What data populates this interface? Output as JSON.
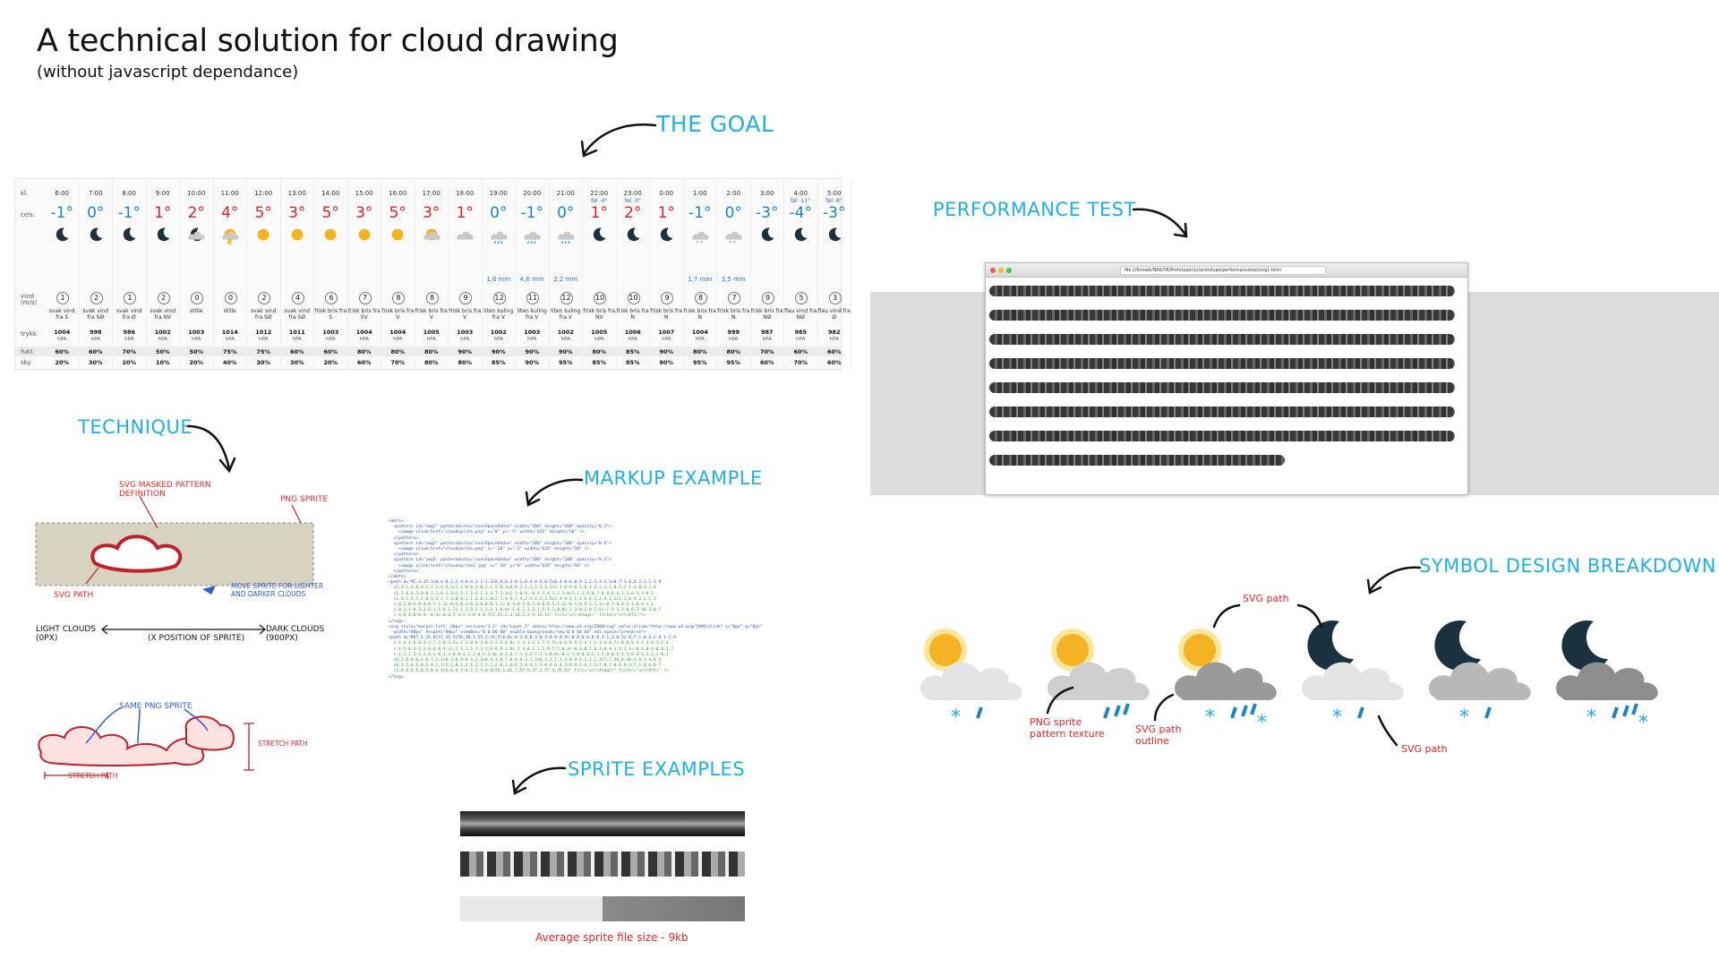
{
  "header": {
    "title": "A technical solution for cloud drawing",
    "subtitle": "(without javascript dependance)"
  },
  "sections": {
    "goal": "THE GOAL",
    "performance": "PERFORMANCE TEST",
    "technique": "TECHNIQUE",
    "markup": "MARKUP EXAMPLE",
    "symbol": "SYMBOL DESIGN BREAKDOWN",
    "sprites": "SPRITE EXAMPLES"
  },
  "forecast": {
    "row_labels": {
      "time": "kl.",
      "temp": "cels.",
      "wind": "vind (m/s)",
      "pressure": "trykk",
      "humidity": "fukt.",
      "sky": "sky"
    },
    "pressure_unit": "hPA",
    "columns": [
      {
        "time": "6:00",
        "note": "",
        "temp": "-1°",
        "icon": "moon",
        "precip": "",
        "wind": "1",
        "wdesc": "svak vind fra S",
        "press": "1004",
        "humid": "60%",
        "sky": "20%"
      },
      {
        "time": "7:00",
        "note": "",
        "temp": "0°",
        "icon": "moon",
        "precip": "",
        "wind": "2",
        "wdesc": "svak vind fra SØ",
        "press": "998",
        "humid": "60%",
        "sky": "30%"
      },
      {
        "time": "8:00",
        "note": "",
        "temp": "-1°",
        "icon": "moon",
        "precip": "",
        "wind": "1",
        "wdesc": "svak vind fra Ø",
        "press": "986",
        "humid": "70%",
        "sky": "20%"
      },
      {
        "time": "9:00",
        "note": "",
        "temp": "1°",
        "icon": "moon",
        "precip": "",
        "wind": "2",
        "wdesc": "svak vind fra NV",
        "press": "1002",
        "humid": "50%",
        "sky": "10%"
      },
      {
        "time": "10:00",
        "note": "",
        "temp": "2°",
        "icon": "moon-cloud",
        "precip": "",
        "wind": "0",
        "wdesc": "stille",
        "press": "1003",
        "humid": "50%",
        "sky": "20%"
      },
      {
        "time": "11:00",
        "note": "",
        "temp": "4°",
        "icon": "sun-storm",
        "precip": "",
        "wind": "0",
        "wdesc": "stille",
        "press": "1014",
        "humid": "75%",
        "sky": "40%"
      },
      {
        "time": "12:00",
        "note": "",
        "temp": "5°",
        "icon": "sun",
        "precip": "",
        "wind": "2",
        "wdesc": "svak vind fra SØ",
        "press": "1012",
        "humid": "75%",
        "sky": "30%"
      },
      {
        "time": "13:00",
        "note": "",
        "temp": "3°",
        "icon": "sun",
        "precip": "",
        "wind": "4",
        "wdesc": "svak vind fra SØ",
        "press": "1011",
        "humid": "60%",
        "sky": "30%"
      },
      {
        "time": "14:00",
        "note": "",
        "temp": "5°",
        "icon": "sun",
        "precip": "",
        "wind": "6",
        "wdesc": "frisk bris fra S",
        "press": "1003",
        "humid": "60%",
        "sky": "20%"
      },
      {
        "time": "15:00",
        "note": "",
        "temp": "3°",
        "icon": "sun",
        "precip": "",
        "wind": "7",
        "wdesc": "frisk bris fra SV",
        "press": "1004",
        "humid": "80%",
        "sky": "60%"
      },
      {
        "time": "16:00",
        "note": "",
        "temp": "5°",
        "icon": "sun",
        "precip": "",
        "wind": "8",
        "wdesc": "frisk bris fra V",
        "press": "1004",
        "humid": "80%",
        "sky": "70%"
      },
      {
        "time": "17:00",
        "note": "",
        "temp": "3°",
        "icon": "sun-cloud",
        "precip": "",
        "wind": "8",
        "wdesc": "frisk bris fra V",
        "press": "1005",
        "humid": "80%",
        "sky": "80%"
      },
      {
        "time": "18:00",
        "note": "",
        "temp": "1°",
        "icon": "cloud",
        "precip": "",
        "wind": "9",
        "wdesc": "frisk bris fra V",
        "press": "1003",
        "humid": "90%",
        "sky": "80%"
      },
      {
        "time": "19:00",
        "note": "",
        "temp": "0°",
        "icon": "cloud-rain",
        "precip": "1,8 mm",
        "wind": "12",
        "wdesc": "liten kuling fra V",
        "press": "1002",
        "humid": "90%",
        "sky": "85%"
      },
      {
        "time": "20:00",
        "note": "",
        "temp": "-1°",
        "icon": "cloud-rain",
        "precip": "4,6 mm",
        "wind": "11",
        "wdesc": "liten kuling fra V",
        "press": "1003",
        "humid": "90%",
        "sky": "90%"
      },
      {
        "time": "21:00",
        "note": "",
        "temp": "0°",
        "icon": "cloud-rain",
        "precip": "2,2 mm",
        "wind": "12",
        "wdesc": "liten kuling fra V",
        "press": "1002",
        "humid": "90%",
        "sky": "95%"
      },
      {
        "time": "22:00",
        "note": "føl -4°",
        "temp": "1°",
        "icon": "moon",
        "precip": "",
        "wind": "10",
        "wdesc": "frisk bris fra NV",
        "press": "1005",
        "humid": "80%",
        "sky": "85%"
      },
      {
        "time": "23:00",
        "note": "føl -3°",
        "temp": "2°",
        "icon": "moon",
        "precip": "",
        "wind": "10",
        "wdesc": "frisk bris fra N",
        "press": "1006",
        "humid": "85%",
        "sky": "85%"
      },
      {
        "time": "0:00",
        "note": "",
        "temp": "1°",
        "icon": "moon",
        "precip": "",
        "wind": "9",
        "wdesc": "frisk bris fra N",
        "press": "1007",
        "humid": "90%",
        "sky": "90%"
      },
      {
        "time": "1:00",
        "note": "",
        "temp": "-1°",
        "icon": "cloud-snow",
        "precip": "1,7 mm",
        "wind": "8",
        "wdesc": "frisk bris fra N",
        "press": "1004",
        "humid": "80%",
        "sky": "95%"
      },
      {
        "time": "2:00",
        "note": "",
        "temp": "0°",
        "icon": "cloud-snow",
        "precip": "3,5 mm",
        "wind": "7",
        "wdesc": "frisk bris fra N",
        "press": "999",
        "humid": "80%",
        "sky": "95%"
      },
      {
        "time": "3:00",
        "note": "",
        "temp": "-3°",
        "icon": "moon",
        "precip": "",
        "wind": "9",
        "wdesc": "frisk bris fra NØ",
        "press": "987",
        "humid": "70%",
        "sky": "60%"
      },
      {
        "time": "4:00",
        "note": "føl -11°",
        "temp": "-4°",
        "icon": "moon",
        "precip": "",
        "wind": "5",
        "wdesc": "flau vind fra NØ",
        "press": "985",
        "humid": "60%",
        "sky": "70%"
      },
      {
        "time": "5:00",
        "note": "føl -8°",
        "temp": "-3°",
        "icon": "moon",
        "precip": "",
        "wind": "3",
        "wdesc": "flau vind fra Ø",
        "press": "982",
        "humid": "60%",
        "sky": "60%"
      }
    ]
  },
  "technique": {
    "masked": "SVG MASKED PATTERN DEFINITION",
    "png_sprite": "PNG SPRITE",
    "svg_path": "SVG PATH",
    "move": "MOVE SPRITE FOR LIGHTER AND DARKER CLOUDS",
    "light": "LIGHT CLOUDS (0PX)",
    "xpos": "(X POSITION OF SPRITE)",
    "dark": "DARK CLOUDS (900PX)",
    "same_png": "SAME PNG SPRITE",
    "stretch_path": "STRETCH PATH",
    "stretch_path2": "STRETCH PATH"
  },
  "markup_lines": [
    "<defs>",
    "  <pattern id=\"img1\" patternUnits=\"userSpaceOnUse\" width=\"200\" height=\"100\" opacity=\"0.2\">",
    "    <image xlink:href=\"cloudsprite.png\" x=\"0\" y=\"-5\" width=\"635\" height=\"50\" />",
    "  </pattern>",
    "  <pattern id=\"img2\" patternUnits=\"userSpaceOnUse\" width=\"200\" height=\"100\" opacity=\"0.9\">",
    "    <image xlink:href=\"cloudsprite.png\" x=\"-20\" y=\"-2\" width=\"635\" height=\"50\" />",
    "  </pattern>",
    "  <pattern id=\"img3\" patternUnits=\"userSpaceOnUse\" width=\"200\" height=\"100\" opacity=\"0.2\">",
    "    <image xlink:href=\"cloudsprite2.jpg\" x=\"-30\" y=\"0\" width=\"635\" height=\"50\" />",
    "  </pattern>",
    "</defs>",
    "<path d=\"M2.3,15.1c0.4-0.1,1.4-0.6,2.2-1.1C8,0,0.3-0.2,0.4-0.6,0.5c0.4-0.6,0.9-1.1,1.4-1.5c0.7-1.0,4.2-1,1-1.9",
    "  c1.4-1.3,0.4-2,7.1,e-3.3c1.1-0.6,3-0.2,1.5-0.3c0.8-1.1,1.2-2,1.1c1.1-0.9-0.2,0.1-3.2,1.1,0.3,2-1.3,0.1-1.4",
    "  c1.5-0.4,3.0-0.3,1.6-1.1c1.5-1.2,3-1.2,4.7-2.3c1.5-0.8,-0.4-1.4-1.2-1.0c1.1-1.4,0.7-0.8,0.4,1.3,0.3,3-0.2",
    "  s1.0,1.5,1.2,0.4,3.1,1.3,0.6,1.1,2.0,1.0c2.7,0.9,1.4,2.5,4,5,2.5c2.9-0.2,1,1.6,0.1,2.9,1.2c1.1,0.9,2.2,1.3",
    "  c-0.2,0.4-0.4,0.7-1.1c-0.5,0.3-0.3,0.0-0.1,1c-0.4,0.1-0.2,0.0,0.1,1.2c-0.5,0.9-2,1.1c-0.7,0.8-1.1,0.4-1.1",
    "  c-0.1,1-0.3,1.6-1.5,0.1,7c-1.2,0.2-1.5,1.1,0.6c-1.6,1.2-2.1,5-1.1,0.0c-1.3-0.2-0.7,6c-7.5-1.3-0.0,7-10.3,0.7",
    "  c-4.0-0.0-0.3,-0.3c-0.0,5-3.5-1-0.4-0.7C2,41,2.3,16.5,2.9,15.1z\" fill=\"url(#img1)\" filter=\"url(#f1)\"/>",
    "</svg>",
    "",
    "<svg style=\"margin-left:-20px\" version=\"1.1\" id=\"Layer_1\" xmlns=\"http://www.w3.org/2000/svg\" xmlns:xlink=\"http://www.w3.org/1999/xlink\" x=\"0px\" y=\"0px\"",
    "  width=\"60px\" height=\"60px\" viewBox=\"0 0 60 60\" enable-background=\"new 0 0 60 60\" xml:space=\"preserve\">",
    "<path d=\"M57.4,35.6C57,31.5C56,30,2,55,2,34.5l8,0c.0-3.0-0.3-0.4-0.0-0.9c.0-0.0-0.8-0.2-1,3-0.5c-0.7-1,0.6-2-0.1-2.9",
    "  c-1.4-1.6-0.4-2.7-1.0-3.5c-1.2-0.9-3-0.2-3.5-0.8c-1.4-1.2-1.7-1.7c-0.6-0.9-2.4-1.1-3.4-0.7c-0.8,0.4-1.3,0.3-2.4",
    "  c-1.5-0.4-3,1-0.6-0.4-2c-1.1-1.5-1.3-1.6-0.8-1.6c-1.3,0-1.1,1.9-7.5,0.3c-0.3,0.7-0.3,0.4-1.4,1.1c-0.4,0.4-0.8,1.7",
    "  c-1.1,1.3-1.2,0.c-0.1,3-0.9,1,1.3-0.5,1.0c-0.1,0.7-1.4,2.7-1.2,0.9c-0.2-1.0-0.6,2.3-1.8-0.2-1.1,0.3-2,1,1.3-0.2",
    "  c0.2,0.4-0.4,0.7,1.1c0.3,0.9-0.3,1,1c0.4,1.0,7,0.0,0.3,1.3c0.3,1.1,1.4-0.9-1.1,1.1,3C7,7,30,0,30,4,0,1.4,0.3",
    "  c0,1,1,0,1,0,1.9,1,1c1,2,0,1,2,1,1,2,1,1,2,0,1.6c1.1-0.4,1.3-0.4-0.4,2c0,8-2,8,2,1c7,0.7-0,6.9,3.7,1.0,6-0.7",
    "  c3.9,0,4,5,0.5,0,6.4c0.6-4.5-0.2,3,4,0.6C59.2,41,7,57.9,37.2,57.4,35.6z\" fill=\"url(#img1)\" filter=\"url(#f1)\" />",
    "</svg>"
  ],
  "performance": {
    "url": "file:///Knowit/NRK/YR/Prototyper/yr/prototype/performancetest/svg1.html"
  },
  "symbol": {
    "svg_path_top": "SVG path",
    "png_sprite_line1": "PNG sprite",
    "png_sprite_line2": "pattern texture",
    "svg_outline_line1": "SVG path",
    "svg_outline_line2": "outline",
    "svg_path_bottom": "SVG path"
  },
  "sprites": {
    "caption": "Average sprite file size - 9kb"
  },
  "colors": {
    "accent": "#22aee6",
    "red": "#e0282b",
    "warm": "#d8232a",
    "cold": "#1d83c6",
    "sun": "#f5b324",
    "moon": "#1b3140"
  }
}
